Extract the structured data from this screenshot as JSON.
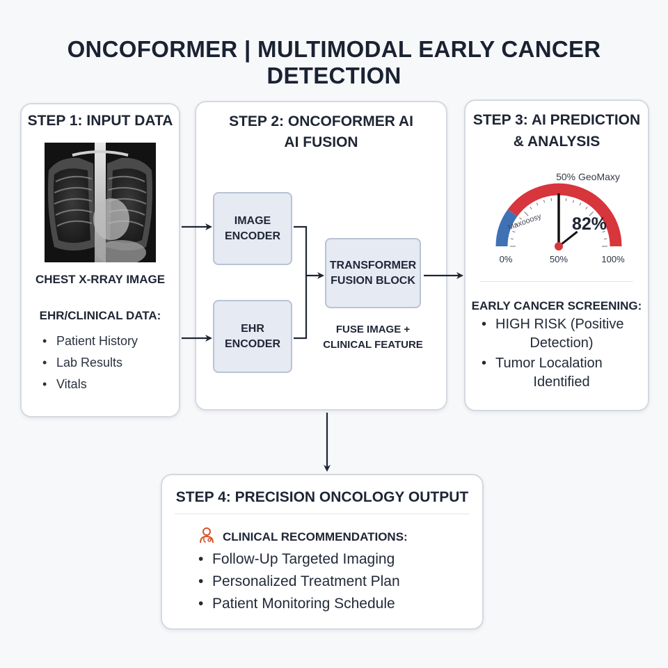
{
  "title": "ONCOFORMER | MULTIMODAL EARLY CANCER DETECTION",
  "step1": {
    "title": "STEP 1: INPUT DATA",
    "image_caption": "CHEST X-RRAY IMAGE",
    "ehr_heading": "EHR/CLINICAL DATA:",
    "items": [
      "Patient History",
      "Lab Results",
      "Vitals"
    ]
  },
  "step2": {
    "title_line1": "STEP 2: ONCOFORMER AI",
    "title_line2": "AI FUSION",
    "image_encoder": "IMAGE ENCODER",
    "ehr_encoder": "EHR ENCODER",
    "fusion_block": "TRANSFORMER FUSION BLOCK",
    "fusion_caption_line1": "FUSE IMAGE +",
    "fusion_caption_line2": "CLINICAL FEATURE"
  },
  "step3": {
    "title_line1": "STEP 3: AI PREDICTION",
    "title_line2": "& ANALYSIS",
    "gauge": {
      "value_label": "82%",
      "top_label": "50% GeoMaxy",
      "arc_label": "Maxooosy",
      "min_label": "0%",
      "mid_label": "50%",
      "max_label": "100%",
      "value": 82,
      "colors": {
        "low": "#3f72b5",
        "high": "#d6363c",
        "needle": "#111111",
        "hub": "#d6363c"
      }
    },
    "screening_heading": "EARLY CANCER SCREENING:",
    "finding1_line1": "HIGH RISK (Positive",
    "finding1_line2": "Detection)",
    "finding2_line1": "Tumor Localation",
    "finding2_line2": "Identified"
  },
  "step4": {
    "title": "STEP 4: PRECISION ONCOLOGY OUTPUT",
    "icon": "clinician-icon",
    "rec_heading": "CLINICAL RECOMMENDATIONS:",
    "items": [
      "Follow-Up Targeted Imaging",
      "Personalized Treatment Plan",
      "Patient Monitoring Schedule"
    ]
  }
}
